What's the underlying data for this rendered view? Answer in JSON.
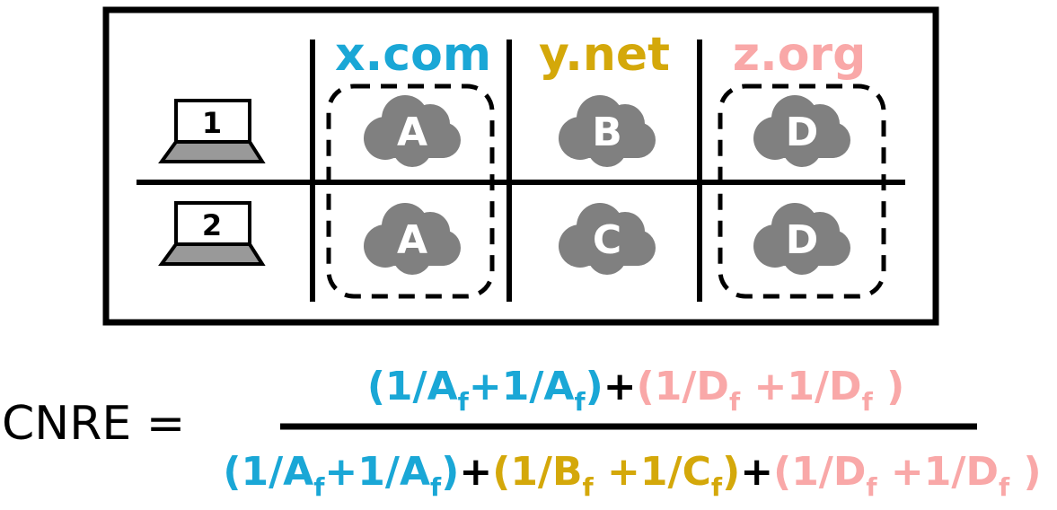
{
  "colors": {
    "x": "#1aa7d6",
    "y": "#d4a80a",
    "z": "#f9a8a8",
    "cloud": "#808080",
    "black": "#000000"
  },
  "domains": [
    "x.com",
    "y.net",
    "z.org"
  ],
  "laptops": [
    "1",
    "2"
  ],
  "clouds": {
    "row1": [
      "A",
      "B",
      "D"
    ],
    "row2": [
      "A",
      "C",
      "D"
    ]
  },
  "formula": {
    "lhs": "CNRE =",
    "numerator": [
      {
        "text": "(1/A",
        "color": "x"
      },
      {
        "text": "f",
        "color": "x",
        "sub": true
      },
      {
        "text": "+1/A",
        "color": "x"
      },
      {
        "text": "f",
        "color": "x",
        "sub": true
      },
      {
        "text": ")",
        "color": "x"
      },
      {
        "text": "+",
        "color": "black"
      },
      {
        "text": "(1/D",
        "color": "z"
      },
      {
        "text": "f",
        "color": "z",
        "sub": true
      },
      {
        "text": " +1/D",
        "color": "z"
      },
      {
        "text": "f",
        "color": "z",
        "sub": true
      },
      {
        "text": " )",
        "color": "z"
      }
    ],
    "denominator": [
      {
        "text": "(1/A",
        "color": "x"
      },
      {
        "text": "f",
        "color": "x",
        "sub": true
      },
      {
        "text": "+1/A",
        "color": "x"
      },
      {
        "text": "f",
        "color": "x",
        "sub": true
      },
      {
        "text": ")",
        "color": "x"
      },
      {
        "text": "+",
        "color": "black"
      },
      {
        "text": "(1/B",
        "color": "y"
      },
      {
        "text": "f",
        "color": "y",
        "sub": true
      },
      {
        "text": " +1/C",
        "color": "y"
      },
      {
        "text": "f",
        "color": "y",
        "sub": true
      },
      {
        "text": ")",
        "color": "y"
      },
      {
        "text": "+",
        "color": "black"
      },
      {
        "text": "(1/D",
        "color": "z"
      },
      {
        "text": "f",
        "color": "z",
        "sub": true
      },
      {
        "text": " +1/D",
        "color": "z"
      },
      {
        "text": "f",
        "color": "z",
        "sub": true
      },
      {
        "text": " )",
        "color": "z"
      }
    ]
  }
}
